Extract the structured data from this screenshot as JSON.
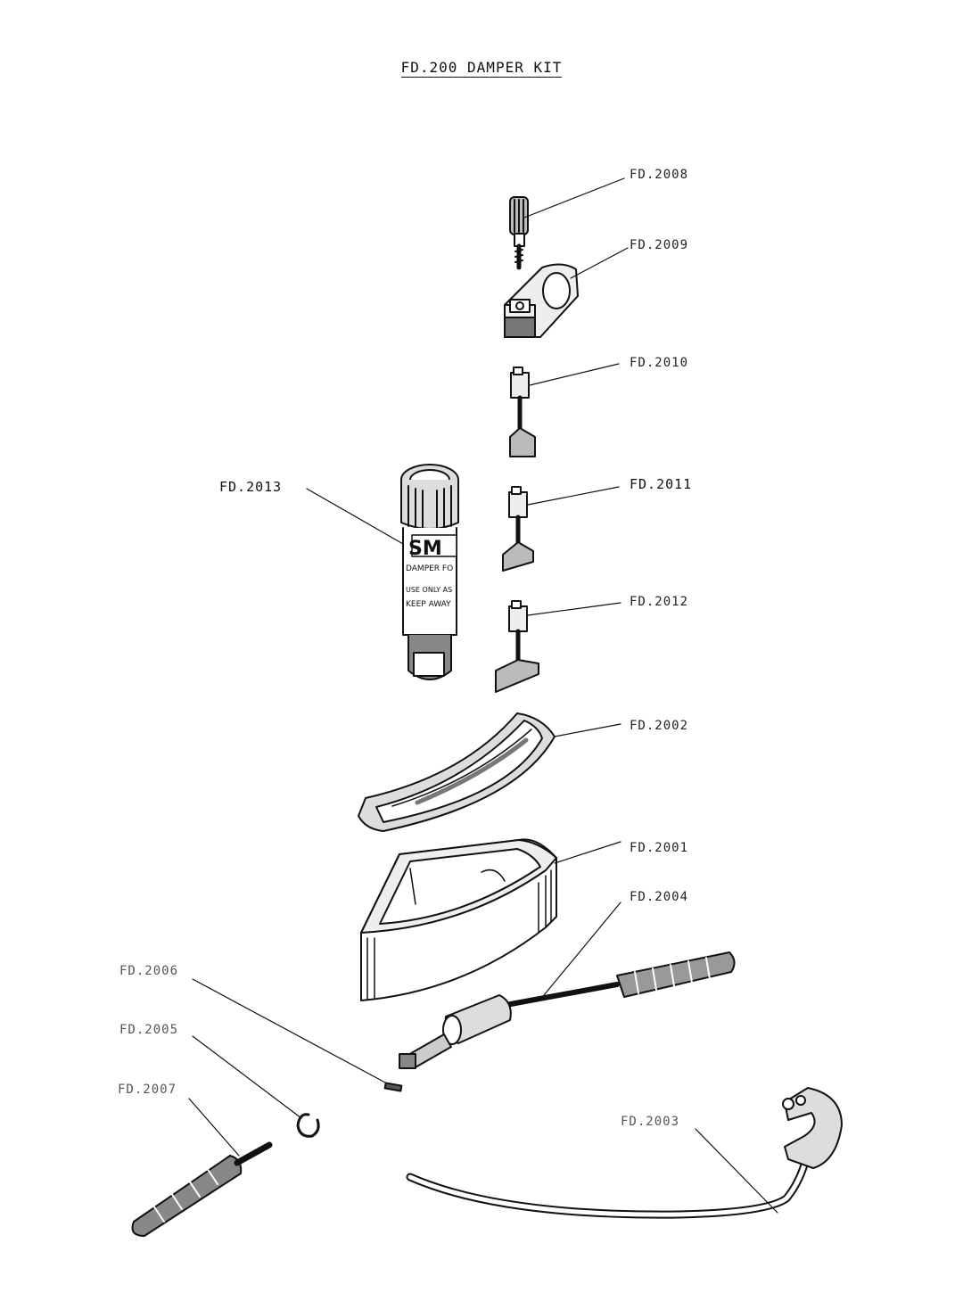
{
  "title": "FD.200 DAMPER KIT",
  "labels": {
    "fd2008": "FD.2008",
    "fd2009": "FD.2009",
    "fd2010": "FD.2010",
    "fd2011": "FD.2011",
    "fd2012": "FD.2012",
    "fd2013": "FD.2013",
    "fd2002": "FD.2002",
    "fd2001": "FD.2001",
    "fd2004": "FD.2004",
    "fd2006": "FD.2006",
    "fd2005": "FD.2005",
    "fd2007": "FD.2007",
    "fd2003": "FD.2003"
  },
  "bottle_text": {
    "brand": "SM",
    "line1": "DAMPER FO",
    "line2": "USE ONLY AS",
    "line3": "KEEP AWAY"
  }
}
